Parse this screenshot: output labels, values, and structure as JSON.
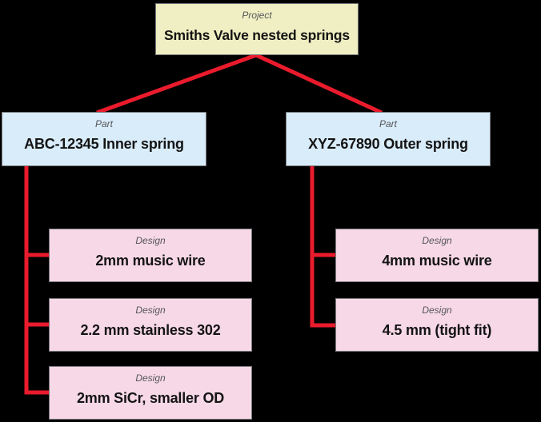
{
  "diagram": {
    "colors": {
      "background": "#000000",
      "project_fill": "#f0efc3",
      "part_fill": "#d9ecf9",
      "design_fill": "#f7d8e6",
      "connector": "#ea1b2c",
      "box_border": "#77787c",
      "type_label_text": "#55565a",
      "title_text": "#141414"
    },
    "project": {
      "type_label": "Project",
      "name": "Smiths Valve nested springs",
      "parts": [
        {
          "type_label": "Part",
          "name": "ABC-12345 Inner spring",
          "designs": [
            {
              "type_label": "Design",
              "name": "2mm music wire"
            },
            {
              "type_label": "Design",
              "name": "2.2 mm stainless 302"
            },
            {
              "type_label": "Design",
              "name": "2mm SiCr, smaller OD"
            }
          ]
        },
        {
          "type_label": "Part",
          "name": "XYZ-67890 Outer spring",
          "designs": [
            {
              "type_label": "Design",
              "name": "4mm music wire"
            },
            {
              "type_label": "Design",
              "name": "4.5 mm (tight fit)"
            }
          ]
        }
      ]
    }
  }
}
